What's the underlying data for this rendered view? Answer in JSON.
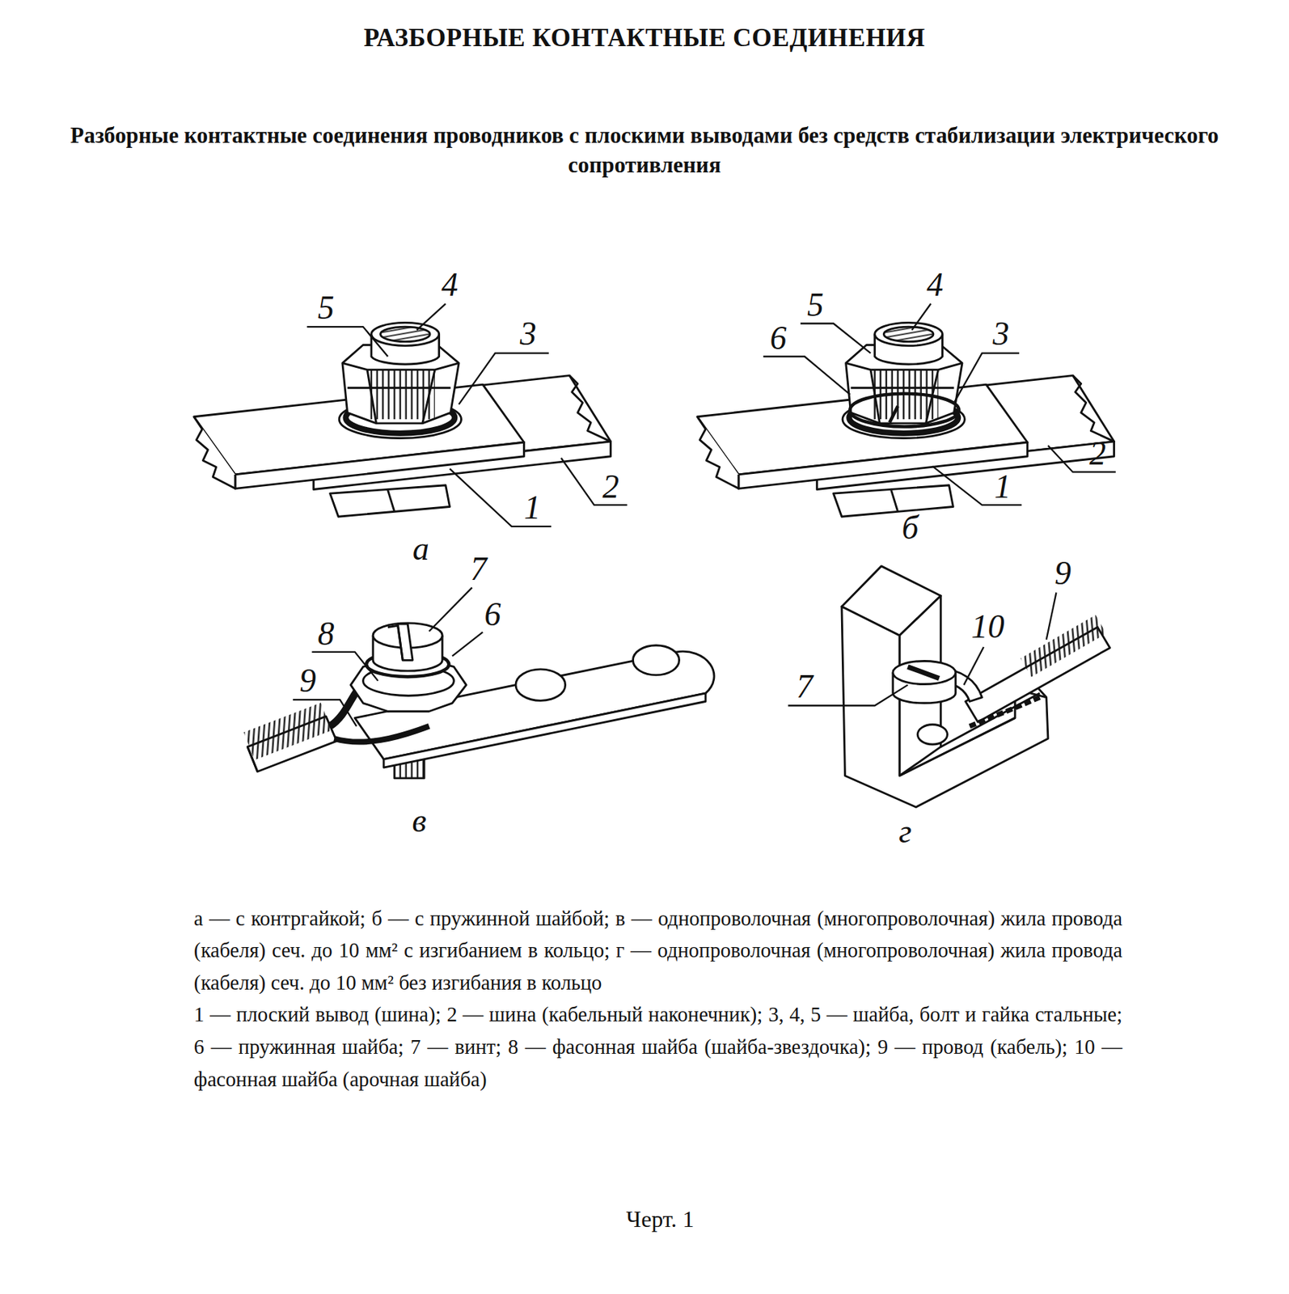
{
  "diagram": {
    "title": "РАЗБОРНЫЕ КОНТАКТНЫЕ СОЕДИНЕНИЯ",
    "caption": "а — с контргайкой; б — с пружинной шайбой; в — однопроволочная (многопроволочная) жила провода (кабеля) сеч. до 10 мм² с изгибанием в кольцо; г — однопроволочная (многопроволочная) жила провода (кабеля) сеч. до 10 мм² без изгибания в кольцо",
    "labels": [
      "Разборные контактные соединения проводников с плоскими выводами без средств стабилизации электрического сопротивления",
      "5",
      "4",
      "3",
      "1",
      "2",
      "а",
      "5",
      "4",
      "6",
      "3",
      "1",
      "2",
      "б",
      "7",
      "8",
      "6",
      "9",
      "в",
      "9",
      "10",
      "7",
      "г",
      "1 — плоский вывод (шина); 2 — шина (кабельный наконечник); 3, 4, 5 — шайба, болт и гайка стальные; 6 — пружинная шайба; 7 — винт; 8 — фасонная шайба (шайба-звездочка); 9 — провод (кабель); 10 — фасонная шайба (арочная шайба)",
      "Черт. 1"
    ]
  }
}
